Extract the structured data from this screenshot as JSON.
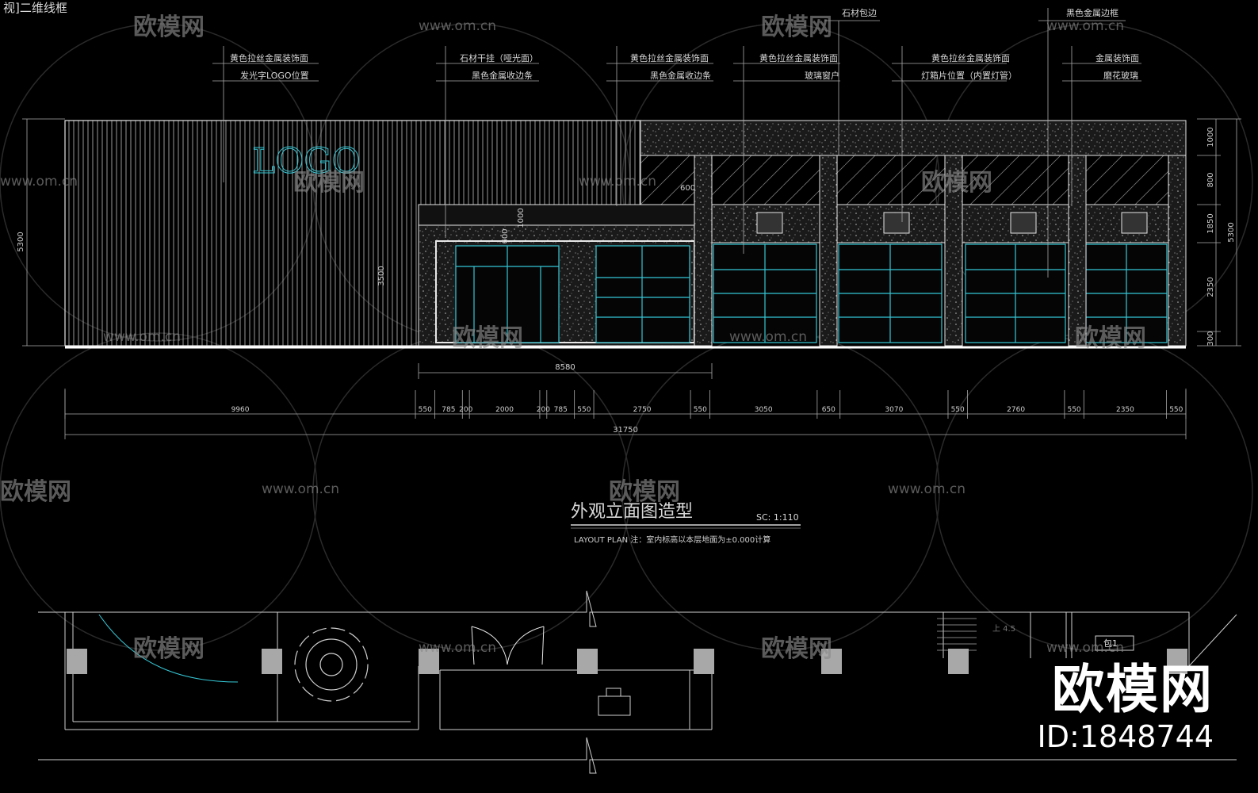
{
  "viewport": {
    "label": "视]二维线框"
  },
  "drawing": {
    "title": "外观立面图造型",
    "scale": "SC: 1:110",
    "note": "LAYOUT PLAN 注：室内标高以本层地面为±0.000计算",
    "logo_text": "LOGO"
  },
  "callouts": {
    "c1_line1": "黄色拉丝金属装饰面",
    "c1_line2": "发光字LOGO位置",
    "c2_line1": "石材干挂（哑光面）",
    "c2_line2": "黑色金属收边条",
    "c3_line1": "黄色拉丝金属装饰面",
    "c3_line2": "黑色金属收边条",
    "c4_line1": "黄色拉丝金属装饰面",
    "c4_line2": "玻璃窗户",
    "c5_line1": "黄色拉丝金属装饰面",
    "c5_line2": "灯箱片位置（内置灯管）",
    "c6_line1": "金属装饰面",
    "c6_line2": "磨花玻璃",
    "top1": "石材包边",
    "top2": "黑色金属边框"
  },
  "dimensions_bottom": [
    "9960",
    "550",
    "785",
    "200",
    "2000",
    "200",
    "785",
    "550",
    "2750",
    "550",
    "3050",
    "650",
    "3070",
    "550",
    "2760",
    "550",
    "2350",
    "550"
  ],
  "dimension_total": "31750",
  "dimension_entrance": "8580",
  "dimensions_right": [
    "1000",
    "800",
    "1850",
    "2350",
    "300"
  ],
  "dimension_right_total": "5300",
  "dimension_left": "5300",
  "dimensions_inner": [
    "3500",
    "1000",
    "600",
    "600"
  ],
  "plan_labels": {
    "stair": "上 4.5",
    "room": "包1"
  },
  "watermarks": {
    "brand": "欧模网",
    "site": "www.om.cn"
  },
  "brand_block": {
    "name": "欧模网",
    "id": "ID:1848744"
  },
  "colors": {
    "background": "#000000",
    "line": "#e6e6e6",
    "accent": "#35c8d6",
    "gray": "#9a9a9a"
  }
}
